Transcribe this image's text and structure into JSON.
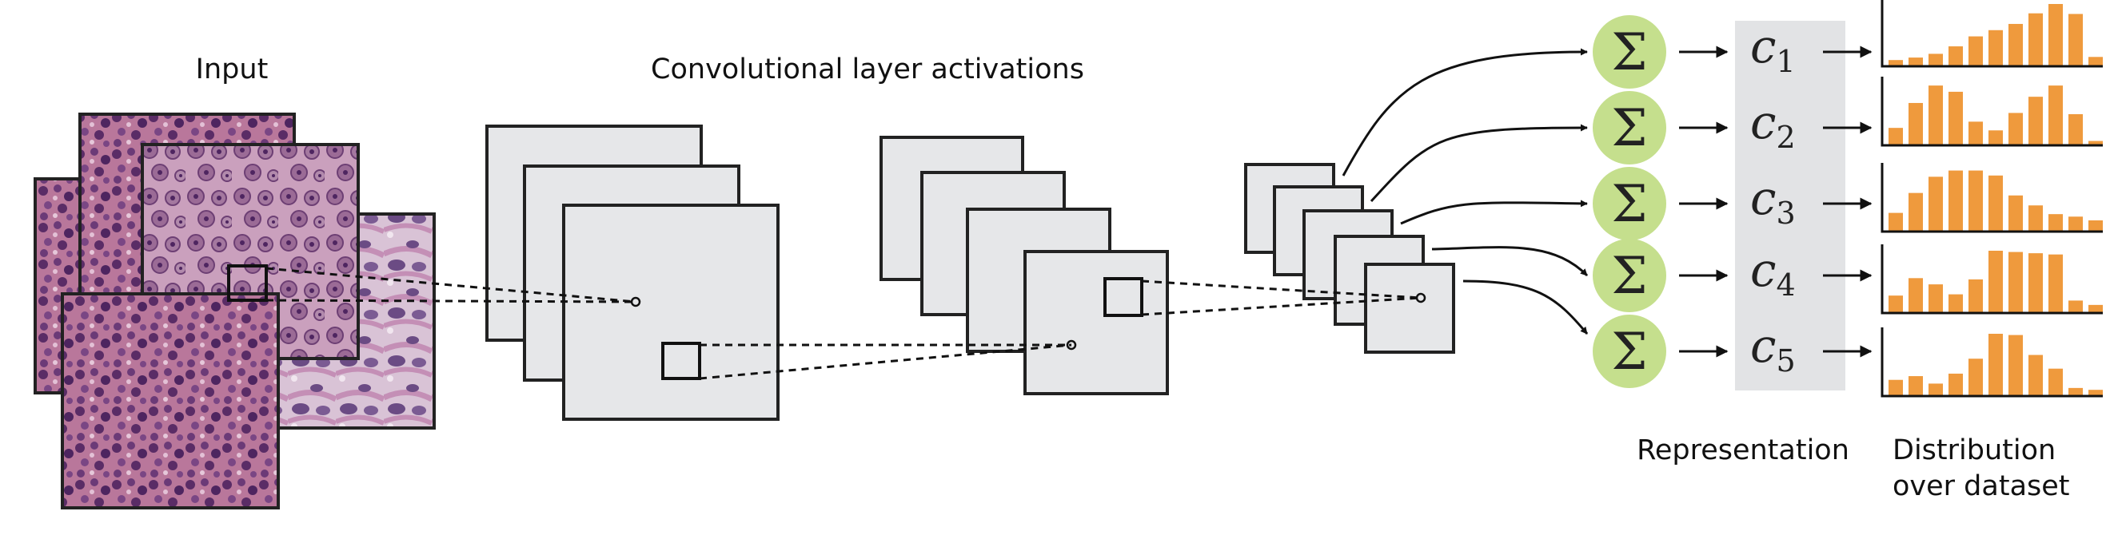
{
  "labels": {
    "input": "Input",
    "conv_activations": "Convolutional layer activations",
    "representation": "Representation",
    "distribution_line1": "Distribution",
    "distribution_line2": "over dataset"
  },
  "colors": {
    "sum_circle": "#c5df8d",
    "histogram_bar": "#ef9a3d",
    "feature_map_fill": "#e6e7e9",
    "representation_box": "#e2e3e5"
  },
  "summation_symbol": "Σ",
  "channels": [
    {
      "symbol": "c",
      "subscript": "1"
    },
    {
      "symbol": "c",
      "subscript": "2"
    },
    {
      "symbol": "c",
      "subscript": "3"
    },
    {
      "symbol": "c",
      "subscript": "4"
    },
    {
      "symbol": "c",
      "subscript": "5"
    }
  ],
  "histograms": [
    [
      0.1,
      0.14,
      0.2,
      0.32,
      0.48,
      0.58,
      0.68,
      0.85,
      1.0,
      0.84,
      0.15
    ],
    [
      0.28,
      0.68,
      0.96,
      0.86,
      0.38,
      0.24,
      0.52,
      0.78,
      0.96,
      0.5,
      0.07
    ],
    [
      0.3,
      0.62,
      0.88,
      0.98,
      0.98,
      0.9,
      0.58,
      0.42,
      0.28,
      0.24,
      0.18
    ],
    [
      0.28,
      0.56,
      0.46,
      0.3,
      0.54,
      1.0,
      0.98,
      0.96,
      0.94,
      0.2,
      0.13
    ],
    [
      0.26,
      0.32,
      0.2,
      0.36,
      0.6,
      1.0,
      0.98,
      0.66,
      0.44,
      0.13,
      0.1
    ]
  ]
}
